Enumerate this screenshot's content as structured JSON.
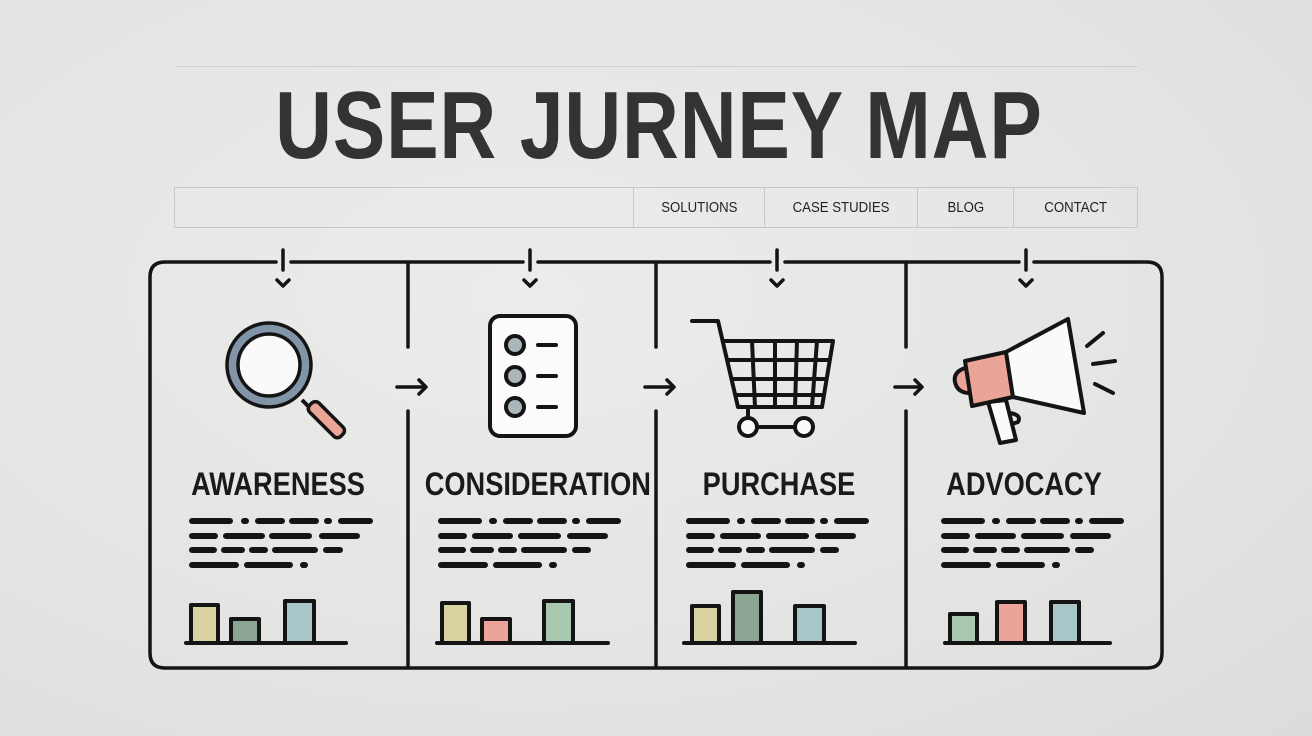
{
  "header": {
    "title": "USER JURNEY MAP"
  },
  "nav": {
    "items": [
      {
        "label": "SOLUTIONS"
      },
      {
        "label": "CASE STUDIES"
      },
      {
        "label": "BLOG"
      },
      {
        "label": "CONTACT"
      }
    ]
  },
  "colors": {
    "line": "#141414",
    "yellow": "#d8d3a0",
    "sage": "#8aa592",
    "teal": "#a8c6c8",
    "salmon": "#eca49a",
    "mint": "#a9c8b0",
    "lens_ring": "#8294a8",
    "handle": "#eba596"
  },
  "stages": [
    {
      "title": "AWARENESS",
      "icon": "magnifier-icon",
      "bars": [
        {
          "h": 38,
          "color": "yellow"
        },
        {
          "h": 24,
          "color": "sage"
        },
        {
          "h": 42,
          "color": "teal"
        }
      ]
    },
    {
      "title": "CONSIDERATION",
      "icon": "checklist-icon",
      "bars": [
        {
          "h": 40,
          "color": "yellow"
        },
        {
          "h": 24,
          "color": "salmon"
        },
        {
          "h": 42,
          "color": "mint"
        }
      ]
    },
    {
      "title": "PURCHASE",
      "icon": "shopping-cart-icon",
      "bars": [
        {
          "h": 37,
          "color": "yellow"
        },
        {
          "h": 51,
          "color": "sage"
        },
        {
          "h": 37,
          "color": "teal"
        }
      ]
    },
    {
      "title": "ADVOCACY",
      "icon": "megaphone-icon",
      "bars": [
        {
          "h": 29,
          "color": "mint"
        },
        {
          "h": 41,
          "color": "salmon"
        },
        {
          "h": 41,
          "color": "teal"
        }
      ]
    }
  ]
}
